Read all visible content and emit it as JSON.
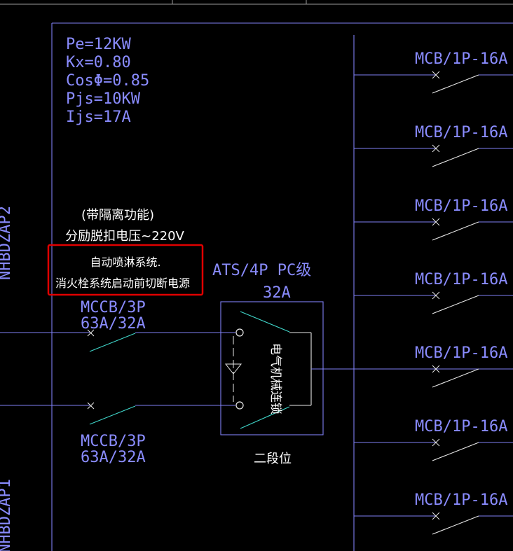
{
  "load_params": [
    "Pe=12KW",
    "Kx=0.80",
    "CosΦ=0.85",
    "Pjs=10KW",
    "Ijs=17A"
  ],
  "shunt_note": {
    "line1": "(带隔离功能)",
    "line2": "分励脱扣电压~220V"
  },
  "highlight_note": {
    "line1": "自动喷淋系统.",
    "line2": "消火栓系统启动前切断电源",
    "border_color": "#e00000"
  },
  "mccb_top": {
    "model": "MCCB/3P",
    "rating": "63A/32A"
  },
  "mccb_bottom": {
    "model": "MCCB/3P",
    "rating": "63A/32A"
  },
  "ats": {
    "label": "ATS/4P PC级",
    "rating": "32A",
    "interlock": "电气机械连锁",
    "position": "二段位"
  },
  "branches": [
    "MCB/1P-16A",
    "MCB/1P-16A",
    "MCB/1P-16A",
    "MCB/1P-16A",
    "MCB/1P-16A",
    "MCB/1P-16A",
    "MCB/1P-16A"
  ],
  "left_margin_labels": {
    "upper": "NHBDZAP2",
    "lower": "NHBDZAP1"
  },
  "colors": {
    "background": "#000000",
    "line": "#7f80f5",
    "text": "#8a8cff",
    "contact": "#3fd4c8"
  }
}
